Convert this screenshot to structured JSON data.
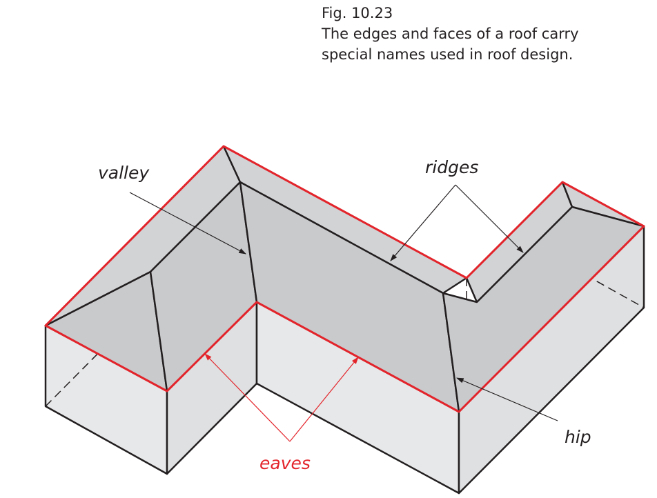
{
  "caption": {
    "figure_number": "Fig. 10.23",
    "line1": "The edges and faces of a roof carry",
    "line2": "special names used in roof design."
  },
  "labels": {
    "valley": "valley",
    "ridges": "ridges",
    "hip": "hip",
    "eaves": "eaves"
  },
  "colors": {
    "eaves_red": "#e3242b",
    "roof_grey": "#d2d3d5",
    "wall_grey": "#e7e8e9",
    "edge_black": "#231f20"
  }
}
